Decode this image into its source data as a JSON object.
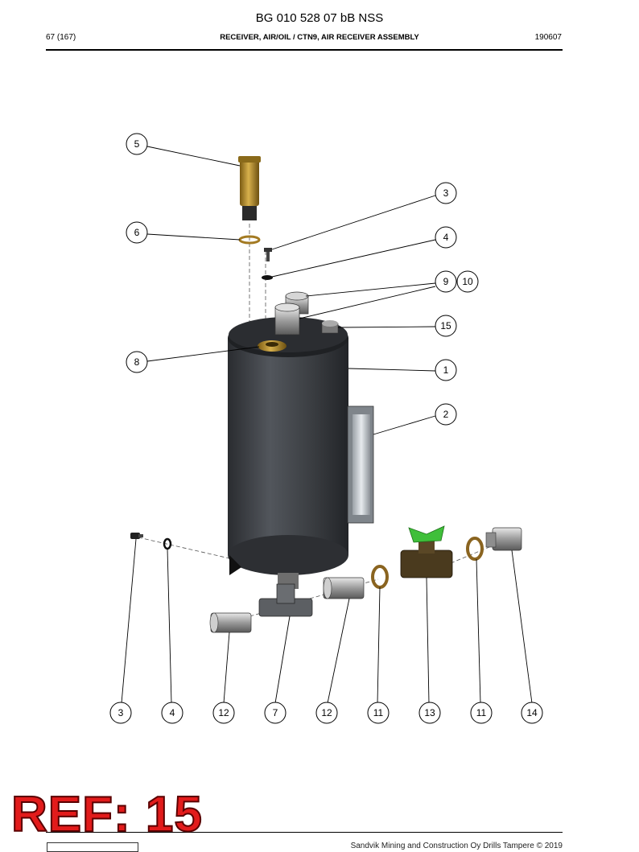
{
  "header": {
    "doc_number": "BG 010 528 07 bB NSS",
    "page": "67 (167)",
    "title": "RECEIVER, AIR/OIL / CTN9, AIR RECEIVER ASSEMBLY",
    "date_code": "190607"
  },
  "callouts": {
    "c5": "5",
    "c6": "6",
    "c3a": "3",
    "c4a": "4",
    "c9": "9",
    "c10": "10",
    "c15": "15",
    "c8": "8",
    "c1": "1",
    "c2": "2",
    "b3": "3",
    "b4": "4",
    "b12a": "12",
    "b7": "7",
    "b12b": "12",
    "b11a": "11",
    "b13": "13",
    "b11b": "11",
    "b14": "14"
  },
  "stamp": {
    "ref": "REF: 15"
  },
  "footer": {
    "copyright": "Sandvik Mining and Construction Oy Drills Tampere © 2019"
  },
  "colors": {
    "tank_body": "#3a3d41",
    "brass": "#b08a2a",
    "valve_handle": "#3fbf3a",
    "stamp": "#e21b1b"
  }
}
